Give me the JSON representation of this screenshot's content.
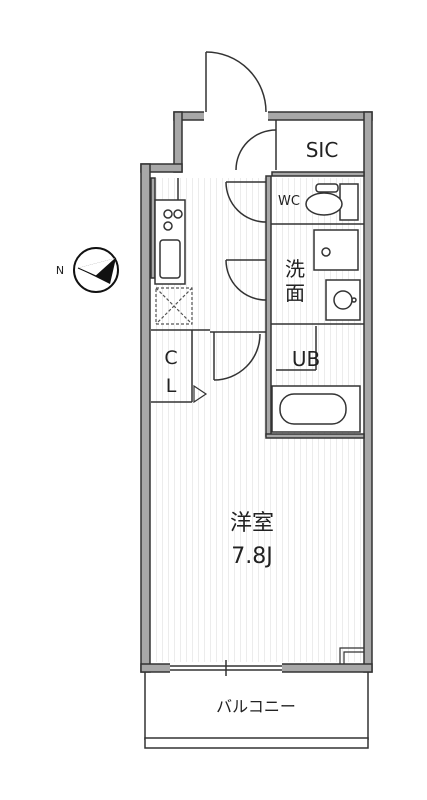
{
  "rooms": {
    "sic": "SIC",
    "wc": "WC",
    "washroom_line1": "洗",
    "washroom_line2": "面",
    "closet_line1": "C",
    "closet_line2": "L",
    "bath": "UB",
    "western_room": "洋室",
    "western_room_size": "7.8J",
    "balcony": "バルコニー"
  },
  "compass": {
    "label": "N"
  },
  "colors": {
    "wall_fill": "#a8a8a8",
    "wall_stroke": "#333333",
    "floor_stripe": "#e6e6e6"
  }
}
